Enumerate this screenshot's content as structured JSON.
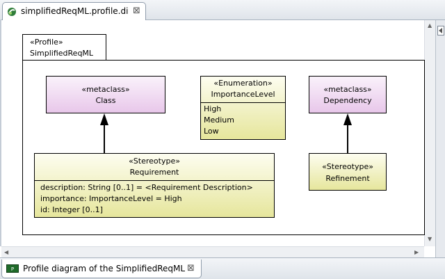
{
  "editor_tab": {
    "title": "simplifiedReqML.profile.di",
    "close": "⊠"
  },
  "bottom_tab": {
    "title": "Profile diagram of the SimplifiedReqML",
    "close": "⊠"
  },
  "profile": {
    "stereotype": "«Profile»",
    "name": "SimplifiedReqML"
  },
  "nodes": {
    "class_meta": {
      "stereotype": "«metaclass»",
      "name": "Class"
    },
    "enum": {
      "stereotype": "«Enumeration»",
      "name": "ImportanceLevel",
      "literals": [
        "High",
        "Medium",
        "Low"
      ]
    },
    "dependency_meta": {
      "stereotype": "«metaclass»",
      "name": "Dependency"
    },
    "requirement": {
      "stereotype": "«Stereotype»",
      "name": "Requirement",
      "attributes": [
        "description: String [0..1] = <Requirement Description>",
        "importance: ImportanceLevel = High",
        "id: Integer [0..1]"
      ]
    },
    "refinement": {
      "stereotype": "«Stereotype»",
      "name": "Refinement"
    }
  },
  "colors": {
    "metaclass_fill": "#e8c7ea",
    "stereotype_fill": "#e6e69c",
    "tab_border": "#8f9cab"
  }
}
